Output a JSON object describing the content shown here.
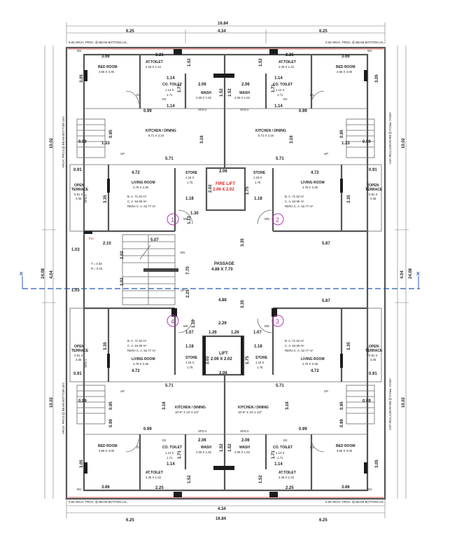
{
  "overall_dims": {
    "top_left": "6.25",
    "top_total": "16.84",
    "top_mid": "4.34",
    "top_right": "6.25",
    "bottom_left": "6.25",
    "bottom_mid": "4.34",
    "bottom_total": "16.84",
    "bottom_right": "6.25",
    "left_top": "10.02",
    "left_total": "24.08",
    "left_mid": "4.04",
    "left_bottom": "10.02",
    "right_top": "10.02",
    "right_total": "24.08",
    "right_mid": "4.04",
    "right_bottom": "10.02"
  },
  "notes": {
    "arch_proj": "0.60 ARCH. PROJ. @ BEAM BOTTOM LVL.",
    "arch_proj_vert": "ARCH. PROJ.@ BEAM BOTTOM LEV."
  },
  "rooms": {
    "bed_room": "BED ROOM",
    "bed_room_dim": "3.66 X 3.05",
    "at_toilet": "AT.TOILET",
    "at_toilet_dim": "2.25 X 1.22",
    "co_toilet": "CO. TOILET",
    "co_toilet_dim_a": "1.14 X",
    "co_toilet_dim_b": "1.71",
    "wash": "WASH",
    "wash_dim": "2.06 X 1.52",
    "kitchen": "KITCHEN / DINING",
    "kitchen_dim_top": "5.71 X 3.16",
    "kitchen_dim_bottom": "18'-9\" X 10'-4 1/2\"",
    "living": "LIVING ROOM",
    "living_dim": "4.79 X 3.35",
    "store": "STORE",
    "store_dim_a": "1.18 X",
    "store_dim_b": "1.75",
    "fire_lift": "FIRE LIFT",
    "fire_lift_dim": "2.06 X 2.02",
    "lift": "LIFT",
    "lift_dim": "2.06 X 2.02",
    "open_terrace": "OPEN",
    "open_terrace_b": "TERRACE",
    "open_terrace_dim": "0.91 X",
    "open_terrace_dim_b": "3.35",
    "passage": "PASSAGE",
    "passage_dim": "4.88 X 7.70",
    "ba": "B. A.  71.32  m²",
    "ca": "C. A.  64.65  m²",
    "rera": "RERA C. A.  62.77  m²"
  },
  "dims": {
    "d366": "3.66",
    "d305": "3.05",
    "d225": "2.25",
    "d152": "1.52",
    "d114": "1.14",
    "d171": "1.71",
    "d206": "2.06",
    "d099": "0.99",
    "d316": "3.16",
    "d571": "5.71",
    "d095": "0.95",
    "d133": "1.33",
    "d472": "4.72",
    "d091": "0.91",
    "d335": "3.35",
    "d202": "2.02",
    "d118": "1.18",
    "d175": "1.75",
    "d130": "1.30",
    "d210": "2.10",
    "d507": "5.07",
    "d103": "1.03",
    "d587": "5.87",
    "d770": "7.70",
    "d488": "4.88",
    "d229": "2.29",
    "d107": "1.07",
    "d126": "1.26",
    "d110": "1.10",
    "d113": "1.13"
  },
  "labels": {
    "w1": "W1",
    "d1": "D1",
    "d2": "D2",
    "sfd1": "SFD-1",
    "sfd2": "SFD-2",
    "md": "MD",
    "up": "UP",
    "dn": "DN",
    "fh": "F.H.",
    "t_val": "T = 0.30",
    "r_val": "R = 0.15",
    "section": "X"
  },
  "flats": [
    "1",
    "2",
    "3",
    "4"
  ]
}
